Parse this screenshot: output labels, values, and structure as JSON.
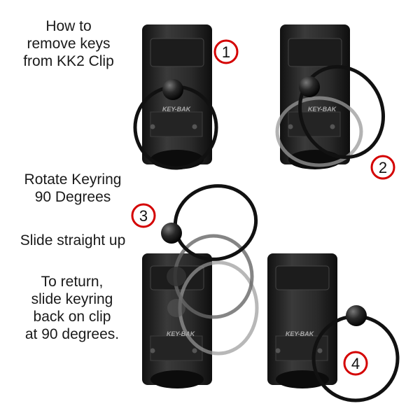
{
  "title": [
    "How to",
    "remove keys",
    "from KK2 Clip"
  ],
  "instructions": {
    "rotate": [
      "Rotate Keyring",
      "90 Degrees"
    ],
    "slide": "Slide straight up",
    "return": [
      "To return,",
      "slide keyring",
      "back on clip",
      "at 90 degrees."
    ]
  },
  "steps": [
    "1",
    "2",
    "3",
    "4"
  ],
  "clip_brand": "KEY-BAK",
  "colors": {
    "step_circle": "#d40000",
    "clip_body": "#2a2a2a",
    "ring": "#111111",
    "ghost_ring": "#9a9a9a"
  }
}
